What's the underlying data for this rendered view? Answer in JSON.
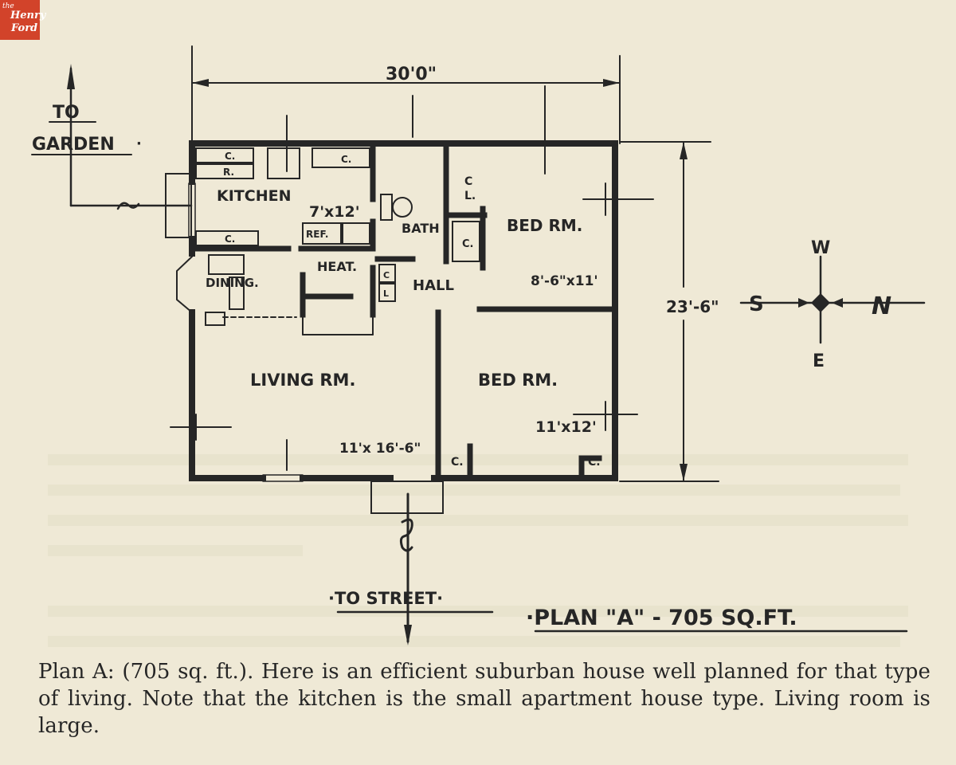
{
  "logo": {
    "line1": "the",
    "line2": "Henry",
    "line3": "Ford"
  },
  "annotations": {
    "to_garden_1": "TO",
    "to_garden_2": "GARDEN",
    "to_street": "·TO STREET·",
    "plan_title": "·PLAN \"A\" - 705 SQ.FT."
  },
  "dimensions": {
    "width": "30'0\"",
    "depth": "23'-6\"",
    "kitchen": "7'x12'",
    "bed_small": "8'-6\"x11'",
    "living": "11'x 16'-6\"",
    "bed_large": "11'x12'"
  },
  "rooms": {
    "kitchen": "KITCHEN",
    "dining": "DINING.",
    "heat": "HEAT.",
    "bath": "BATH",
    "hall": "HALL",
    "bed_1": "BED RM.",
    "bed_2": "BED RM.",
    "living": "LIVING RM."
  },
  "fixtures": {
    "c_top1": "C.",
    "r": "R.",
    "c_top2": "C.",
    "ref": "REF.",
    "c_kitchen": "C.",
    "cl_1": "C",
    "cl_2": "L",
    "cl_top": "C",
    "cl_top2": "L.",
    "c_bath": "C.",
    "c_living": "C.",
    "c_bed": "C."
  },
  "compass": {
    "north": "N",
    "south": "S",
    "west": "W",
    "east": "E"
  },
  "caption": "Plan A: (705 sq. ft.). Here is an efficient suburban house well planned for that type of living. Note that the kitchen is the small apartment house type. Living room is large.",
  "colors": {
    "ink": "#262626",
    "paper": "#efe9d6",
    "logo": "#d2432a"
  }
}
